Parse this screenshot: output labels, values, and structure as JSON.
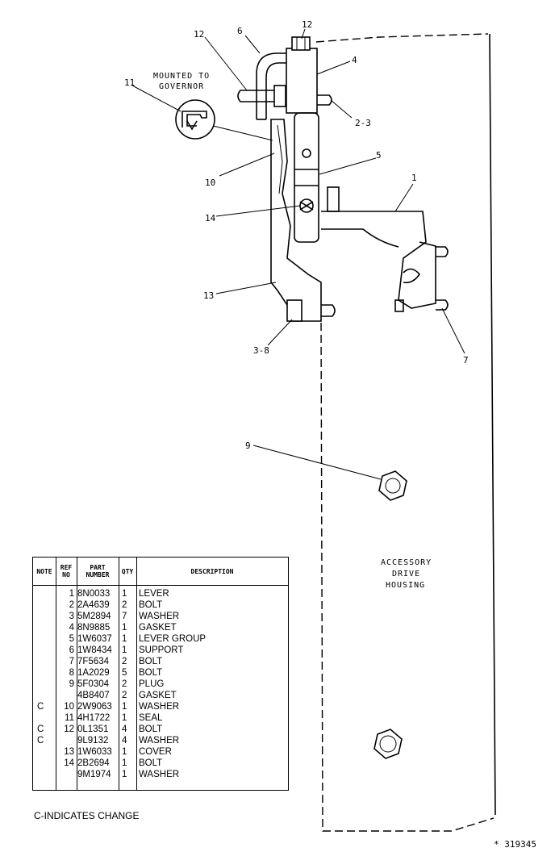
{
  "diagram": {
    "callouts": {
      "c12_top": "12",
      "c12_left": "12",
      "c6": "6",
      "c4": "4",
      "c11": "11",
      "c2_3": "2-3",
      "c5": "5",
      "c10": "10",
      "c1": "1",
      "c14": "14",
      "c13": "13",
      "c3_8": "3-8",
      "c7": "7",
      "c9": "9"
    },
    "mounted_note_line1": "MOUNTED TO",
    "mounted_note_line2": "GOVERNOR",
    "housing_line1": "ACCESSORY",
    "housing_line2": "DRIVE",
    "housing_line3": "HOUSING"
  },
  "table": {
    "headers": {
      "note": "NOTE",
      "ref_no_1": "REF",
      "ref_no_2": "NO",
      "part_1": "PART",
      "part_2": "NUMBER",
      "qty": "QTY",
      "description": "DESCRIPTION"
    },
    "rows": [
      {
        "note": "",
        "ref": "1",
        "part": "8N0033",
        "qty": "1",
        "desc": "LEVER"
      },
      {
        "note": "",
        "ref": "2",
        "part": "2A4639",
        "qty": "2",
        "desc": "BOLT"
      },
      {
        "note": "",
        "ref": "3",
        "part": "5M2894",
        "qty": "7",
        "desc": "WASHER"
      },
      {
        "note": "",
        "ref": "4",
        "part": "8N9885",
        "qty": "1",
        "desc": "GASKET"
      },
      {
        "note": "",
        "ref": "5",
        "part": "1W6037",
        "qty": "1",
        "desc": "LEVER GROUP"
      },
      {
        "note": "",
        "ref": "6",
        "part": "1W8434",
        "qty": "1",
        "desc": "SUPPORT"
      },
      {
        "note": "",
        "ref": "7",
        "part": "7F5634",
        "qty": "2",
        "desc": "BOLT"
      },
      {
        "note": "",
        "ref": "8",
        "part": "1A2029",
        "qty": "5",
        "desc": "BOLT"
      },
      {
        "note": "",
        "ref": "9",
        "part": "5F0304",
        "qty": "2",
        "desc": "PLUG"
      },
      {
        "note": "",
        "ref": "",
        "part": "4B8407",
        "qty": "2",
        "desc": "GASKET"
      },
      {
        "note": "C",
        "ref": "10",
        "part": "2W9063",
        "qty": "1",
        "desc": "WASHER"
      },
      {
        "note": "",
        "ref": "11",
        "part": "4H1722",
        "qty": "1",
        "desc": "SEAL"
      },
      {
        "note": "C",
        "ref": "12",
        "part": "0L1351",
        "qty": "4",
        "desc": "BOLT"
      },
      {
        "note": "C",
        "ref": "",
        "part": "9L9132",
        "qty": "4",
        "desc": "WASHER"
      },
      {
        "note": "",
        "ref": "13",
        "part": "1W6033",
        "qty": "1",
        "desc": "COVER"
      },
      {
        "note": "",
        "ref": "14",
        "part": "2B2694",
        "qty": "1",
        "desc": "BOLT"
      },
      {
        "note": "",
        "ref": "",
        "part": "9M1974",
        "qty": "1",
        "desc": "WASHER"
      }
    ]
  },
  "footnote": "C-INDICATES CHANGE",
  "drawing_number": "* 319345"
}
